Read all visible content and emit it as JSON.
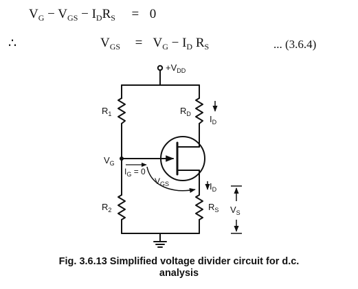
{
  "equations": {
    "eq1": {
      "vg": "V",
      "vg_sub": "G",
      "minus1": "−",
      "vgs": "V",
      "vgs_sub": "GS",
      "minus2": "−",
      "id": "I",
      "id_sub": "D",
      "rs": "R",
      "rs_sub": "S",
      "equals": "=",
      "rhs": "0"
    },
    "eq2": {
      "therefore": "∴",
      "vgs": "V",
      "vgs_sub": "GS",
      "equals": "=",
      "vg": "V",
      "vg_sub": "G",
      "minus": "−",
      "id": "I",
      "id_sub": "D",
      "rs": "R",
      "rs_sub": "S",
      "number": "... (3.6.4)"
    }
  },
  "circuit": {
    "vdd": "+V",
    "vdd_sub": "DD",
    "r1": "R",
    "r1_sub": "1",
    "rd": "R",
    "rd_sub": "D",
    "id_top": "I",
    "id_top_sub": "D",
    "vg": "V",
    "vg_sub": "G",
    "ig": "I",
    "ig_sub": "G",
    "ig_value": " = 0",
    "vgs": "V",
    "vgs_sub": "GS",
    "id_bottom": "I",
    "id_bottom_sub": "D",
    "r2": "R",
    "r2_sub": "2",
    "rs": "R",
    "rs_sub": "S",
    "vs": "V",
    "vs_sub": "S"
  },
  "caption": {
    "line1": "Fig. 3.6.13 Simplified voltage divider circuit for d.c.",
    "line2": "analysis"
  }
}
